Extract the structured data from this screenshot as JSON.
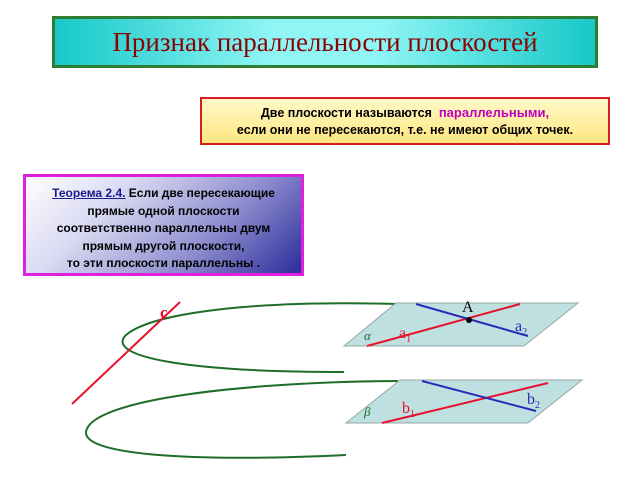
{
  "title": "Признак параллельности плоскостей",
  "definition": {
    "line1_prefix": "Две плоскости называются",
    "line1_accent": "параллельными,",
    "line2": "если они не пересекаются, т.е. не имеют общих точек."
  },
  "theorem": {
    "number": "Теорема 2.4.",
    "line1": "Если две пересекающие",
    "line2": "прямые одной плоскости",
    "line3": "соответственно  параллельны двум",
    "line4": "прямым другой плоскости,",
    "line5": "то эти плоскости параллельны ."
  },
  "figure": {
    "point_label": "A",
    "line_c": "c",
    "alpha": "α",
    "beta": "β",
    "a1": "a",
    "a1_sub": "1",
    "a2": "a",
    "a2_sub": "2",
    "b1": "b",
    "b1_sub": "1",
    "b2": "b",
    "b2_sub": "2"
  },
  "colors": {
    "red": "#e8102a",
    "blue": "#2a2ab8",
    "green": "#1e6e2a",
    "plane_fill": "#bfe0e0"
  }
}
